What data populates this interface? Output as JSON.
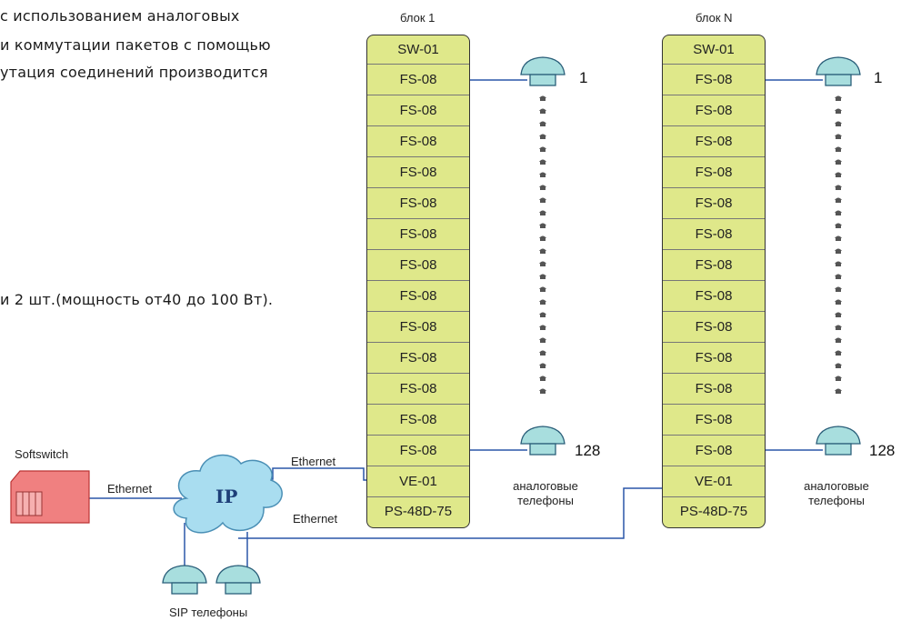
{
  "document": {
    "lines": [
      "с использованием аналоговых",
      "и коммутации пакетов с помощью",
      "утация соединений производится",
      "и 2 шт.(мощность от40 до 100 Вт)."
    ]
  },
  "blocks": [
    {
      "title": "блок 1",
      "modules": [
        "SW-01",
        "FS-08",
        "FS-08",
        "FS-08",
        "FS-08",
        "FS-08",
        "FS-08",
        "FS-08",
        "FS-08",
        "FS-08",
        "FS-08",
        "FS-08",
        "FS-08",
        "FS-08",
        "VE-01",
        "PS-48D-75"
      ],
      "phone_first": "1",
      "phone_last": "128",
      "phones_caption": [
        "аналоговые",
        "телефоны"
      ]
    },
    {
      "title": "блок N",
      "modules": [
        "SW-01",
        "FS-08",
        "FS-08",
        "FS-08",
        "FS-08",
        "FS-08",
        "FS-08",
        "FS-08",
        "FS-08",
        "FS-08",
        "FS-08",
        "FS-08",
        "FS-08",
        "FS-08",
        "VE-01",
        "PS-48D-75"
      ],
      "phone_first": "1",
      "phone_last": "128",
      "phones_caption": [
        "аналоговые",
        "телефоны"
      ]
    }
  ],
  "network": {
    "softswitch": "Softswitch",
    "cloud": "IP",
    "ethernet_softswitch": "Ethernet",
    "ethernet_top": "Ethernet",
    "ethernet_bottom": "Ethernet",
    "sip_phones": "SIP телефоны"
  },
  "colors": {
    "module_fill": "#dfe88a",
    "phone_fill": "#a8dede",
    "cloud_fill": "#a9ddf0",
    "softswitch_fill": "#f08080"
  }
}
